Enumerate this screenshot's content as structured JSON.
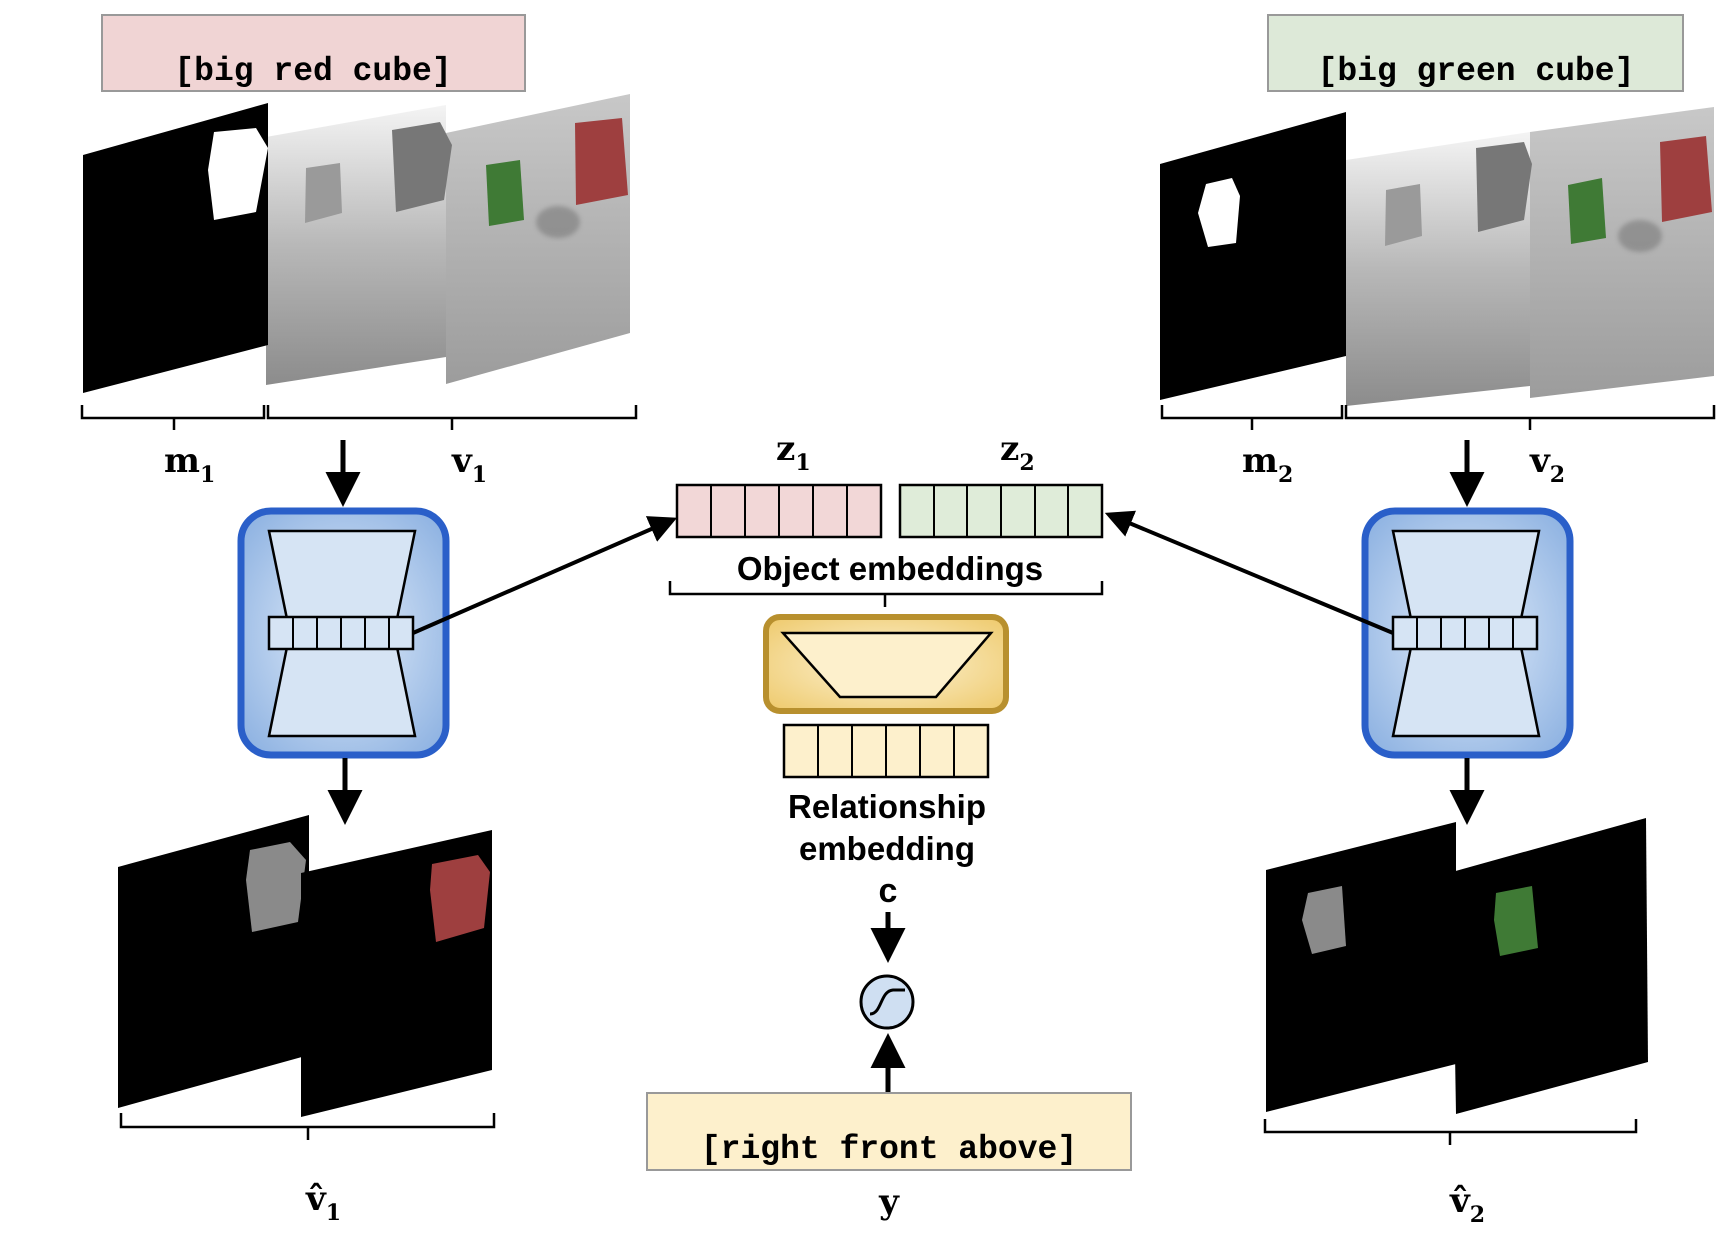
{
  "labels": {
    "left_caption": "[big red cube]",
    "right_caption": "[big green cube]",
    "relation_caption": "[right front above]",
    "m1": "m",
    "m1_sub": "1",
    "v1": "v",
    "v1_sub": "1",
    "m2": "m",
    "m2_sub": "2",
    "v2": "v",
    "v2_sub": "2",
    "z1": "z",
    "z1_sub": "1",
    "z2": "z",
    "z2_sub": "2",
    "v1_hat": "v̂",
    "v1_hat_sub": "1",
    "v2_hat": "v̂",
    "v2_hat_sub": "2",
    "object_embeddings": "Object embeddings",
    "relationship_line1": "Relationship",
    "relationship_line2": "embedding",
    "c": "c",
    "y": "y"
  },
  "colors": {
    "red_caption_bg": "#f0d4d4",
    "green_caption_bg": "#dde9d8",
    "yellow_caption_bg": "#fdf0cc",
    "z1_fill": "#f2d7d7",
    "z2_fill": "#dfecd9",
    "rel_fill": "#fdf0cc",
    "encoder_border": "#2a5fc9",
    "encoder_fill": "#a8c6ea",
    "encoder_inner": "#d6e4f4",
    "decoder_border": "#b8902e",
    "decoder_fill": "#f5d98f",
    "red_cube": "#9e3f3f",
    "green_cube": "#3f7a35"
  },
  "icons": {
    "sigmoid": "sigmoid-node-icon",
    "arrow": "arrow-icon"
  }
}
